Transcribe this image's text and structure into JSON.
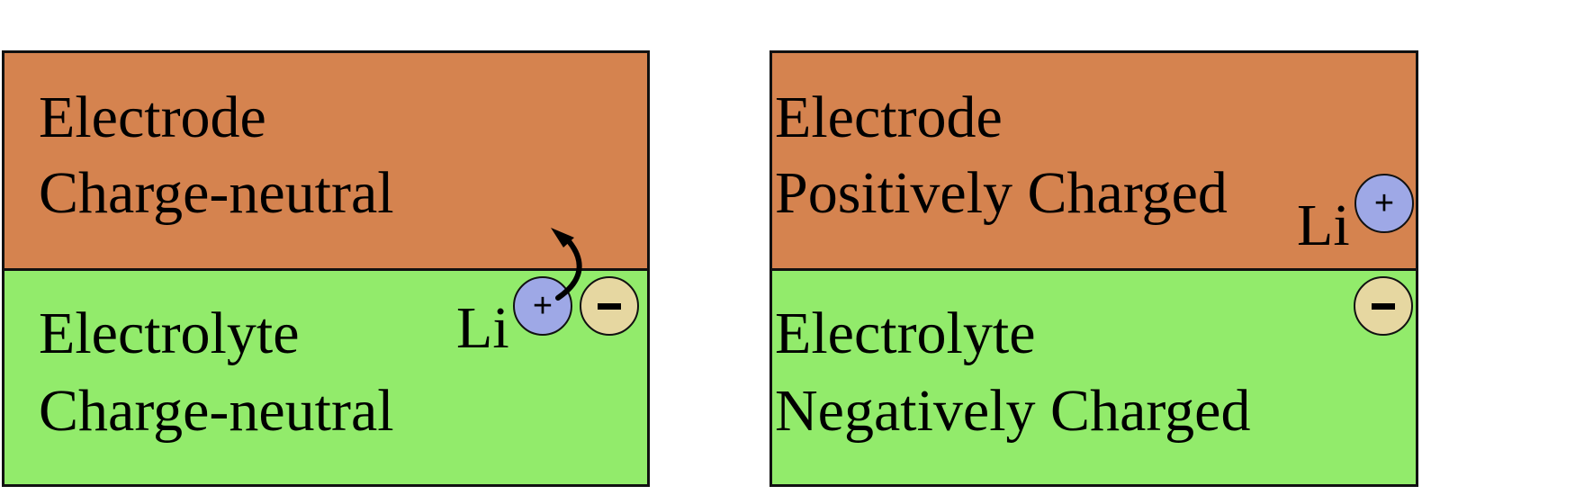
{
  "left": {
    "electrode": {
      "line1": "Electrode",
      "line2": "Charge-neutral"
    },
    "electrolyte": {
      "line1": "Electrolyte",
      "line2": "Charge-neutral"
    },
    "ion_symbol": "Li",
    "cation_sign": "+",
    "anion_sign": "−"
  },
  "right": {
    "electrode": {
      "line1": "Electrode",
      "line2": "Positively Charged"
    },
    "electrolyte": {
      "line1": "Electrolyte",
      "line2": "Negatively Charged"
    },
    "ion_symbol": "Li",
    "cation_sign": "+",
    "anion_sign": "−"
  },
  "colors": {
    "electrode": "#d5834f",
    "electrolyte": "#92eb6b",
    "cation": "#9ea8e6",
    "anion": "#e6d7a1"
  },
  "icons": {
    "transfer_arrow": "curved-arrow-up-icon"
  }
}
